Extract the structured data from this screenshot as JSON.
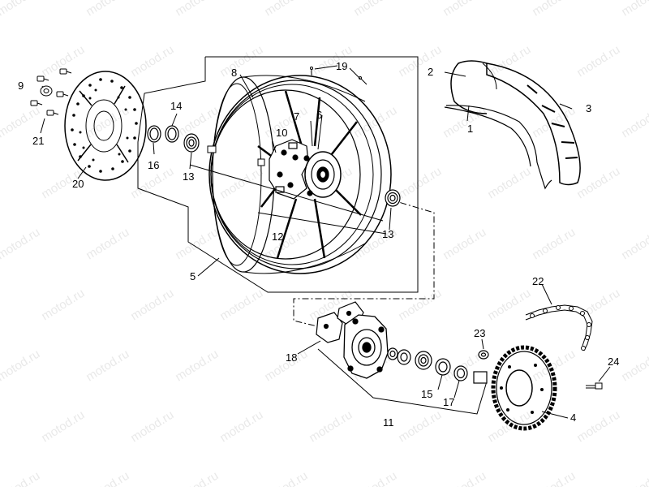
{
  "watermark": "motod.ru",
  "callouts": {
    "n1": "1",
    "n2": "2",
    "n3": "3",
    "n4": "4",
    "n5": "5",
    "n6": "6",
    "n7": "7",
    "n8": "8",
    "n9": "9",
    "n10": "10",
    "n11": "11",
    "n12": "12",
    "n13a": "13",
    "n13b": "13",
    "n14": "14",
    "n15": "15",
    "n16": "16",
    "n17": "17",
    "n18": "18",
    "n19": "19",
    "n20": "20",
    "n21": "21",
    "n22": "22",
    "n23": "23",
    "n24": "24"
  }
}
